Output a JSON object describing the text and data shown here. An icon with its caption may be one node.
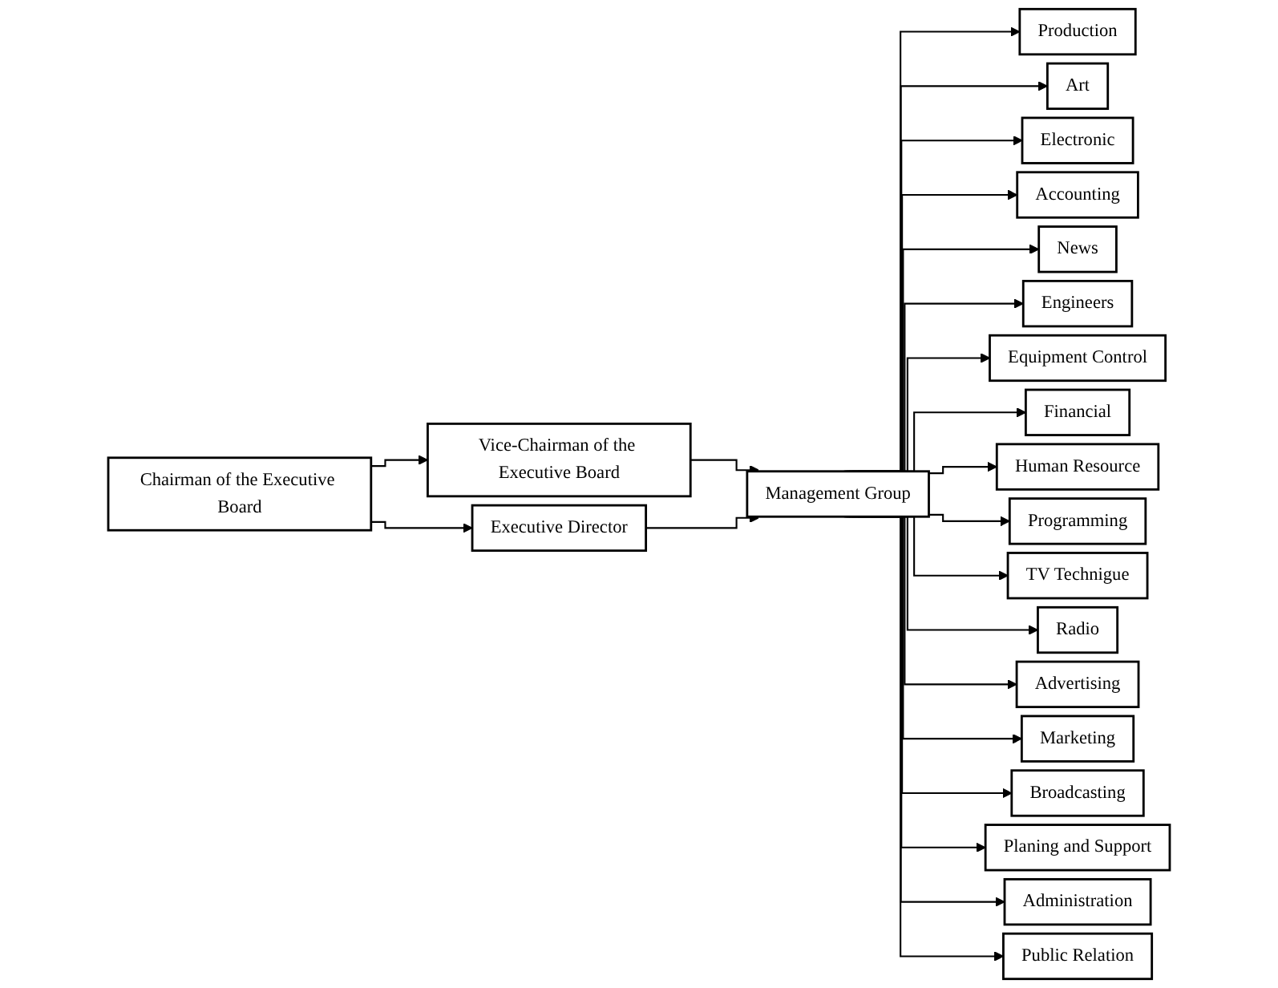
{
  "diagram": {
    "nodes": [
      {
        "text": [
          "Chairman of the Executive Board"
        ]
      },
      {
        "text": [
          "Vice-Chairman of the Executive Board"
        ]
      },
      {
        "text": [
          "Executive Director"
        ]
      },
      {
        "text": [
          "Management Group"
        ]
      },
      {
        "text": [
          "Production"
        ]
      },
      {
        "text": [
          "Art"
        ]
      },
      {
        "text": [
          "Electronic"
        ]
      },
      {
        "text": [
          "Accounting"
        ]
      },
      {
        "text": [
          "News"
        ]
      },
      {
        "text": [
          "Engineers"
        ]
      },
      {
        "text": [
          "Equipment Control"
        ]
      },
      {
        "text": [
          "Financial"
        ]
      },
      {
        "text": [
          "Human Resource"
        ]
      },
      {
        "text": [
          "Programming"
        ]
      },
      {
        "text": [
          "TV Technigue"
        ]
      },
      {
        "text": [
          "Radio"
        ]
      },
      {
        "text": [
          "Advertising"
        ]
      },
      {
        "text": [
          "Marketing"
        ]
      },
      {
        "text": [
          "Broadcasting"
        ]
      },
      {
        "text": [
          "Planing and Support"
        ]
      },
      {
        "text": [
          "Administration"
        ]
      },
      {
        "text": [
          "Public Relation"
        ]
      }
    ],
    "edges": [
      {
        "from": 0,
        "to": 1,
        "arrow": "to"
      },
      {
        "from": 0,
        "to": 2,
        "arrow": "to"
      },
      {
        "from": 1,
        "to": 3,
        "arrow": "to"
      },
      {
        "from": 2,
        "to": 3,
        "arrow": "to"
      },
      {
        "from": 3,
        "to": 4,
        "arrow": "to"
      },
      {
        "from": 3,
        "to": 5,
        "arrow": "to"
      },
      {
        "from": 3,
        "to": 6,
        "arrow": "to"
      },
      {
        "from": 3,
        "to": 7,
        "arrow": "to"
      },
      {
        "from": 3,
        "to": 8,
        "arrow": "to"
      },
      {
        "from": 3,
        "to": 9,
        "arrow": "to"
      },
      {
        "from": 3,
        "to": 10,
        "arrow": "to"
      },
      {
        "from": 3,
        "to": 11,
        "arrow": "to"
      },
      {
        "from": 3,
        "to": 12,
        "arrow": "to"
      },
      {
        "from": 3,
        "to": 13,
        "arrow": "to"
      },
      {
        "from": 3,
        "to": 14,
        "arrow": "to"
      },
      {
        "from": 3,
        "to": 15,
        "arrow": "to"
      },
      {
        "from": 3,
        "to": 16,
        "arrow": "to"
      },
      {
        "from": 3,
        "to": 17,
        "arrow": "to"
      },
      {
        "from": 3,
        "to": 18,
        "arrow": "to"
      },
      {
        "from": 3,
        "to": 19,
        "arrow": "to"
      },
      {
        "from": 3,
        "to": 20,
        "arrow": "to"
      },
      {
        "from": 3,
        "to": 21,
        "arrow": "to"
      }
    ]
  }
}
